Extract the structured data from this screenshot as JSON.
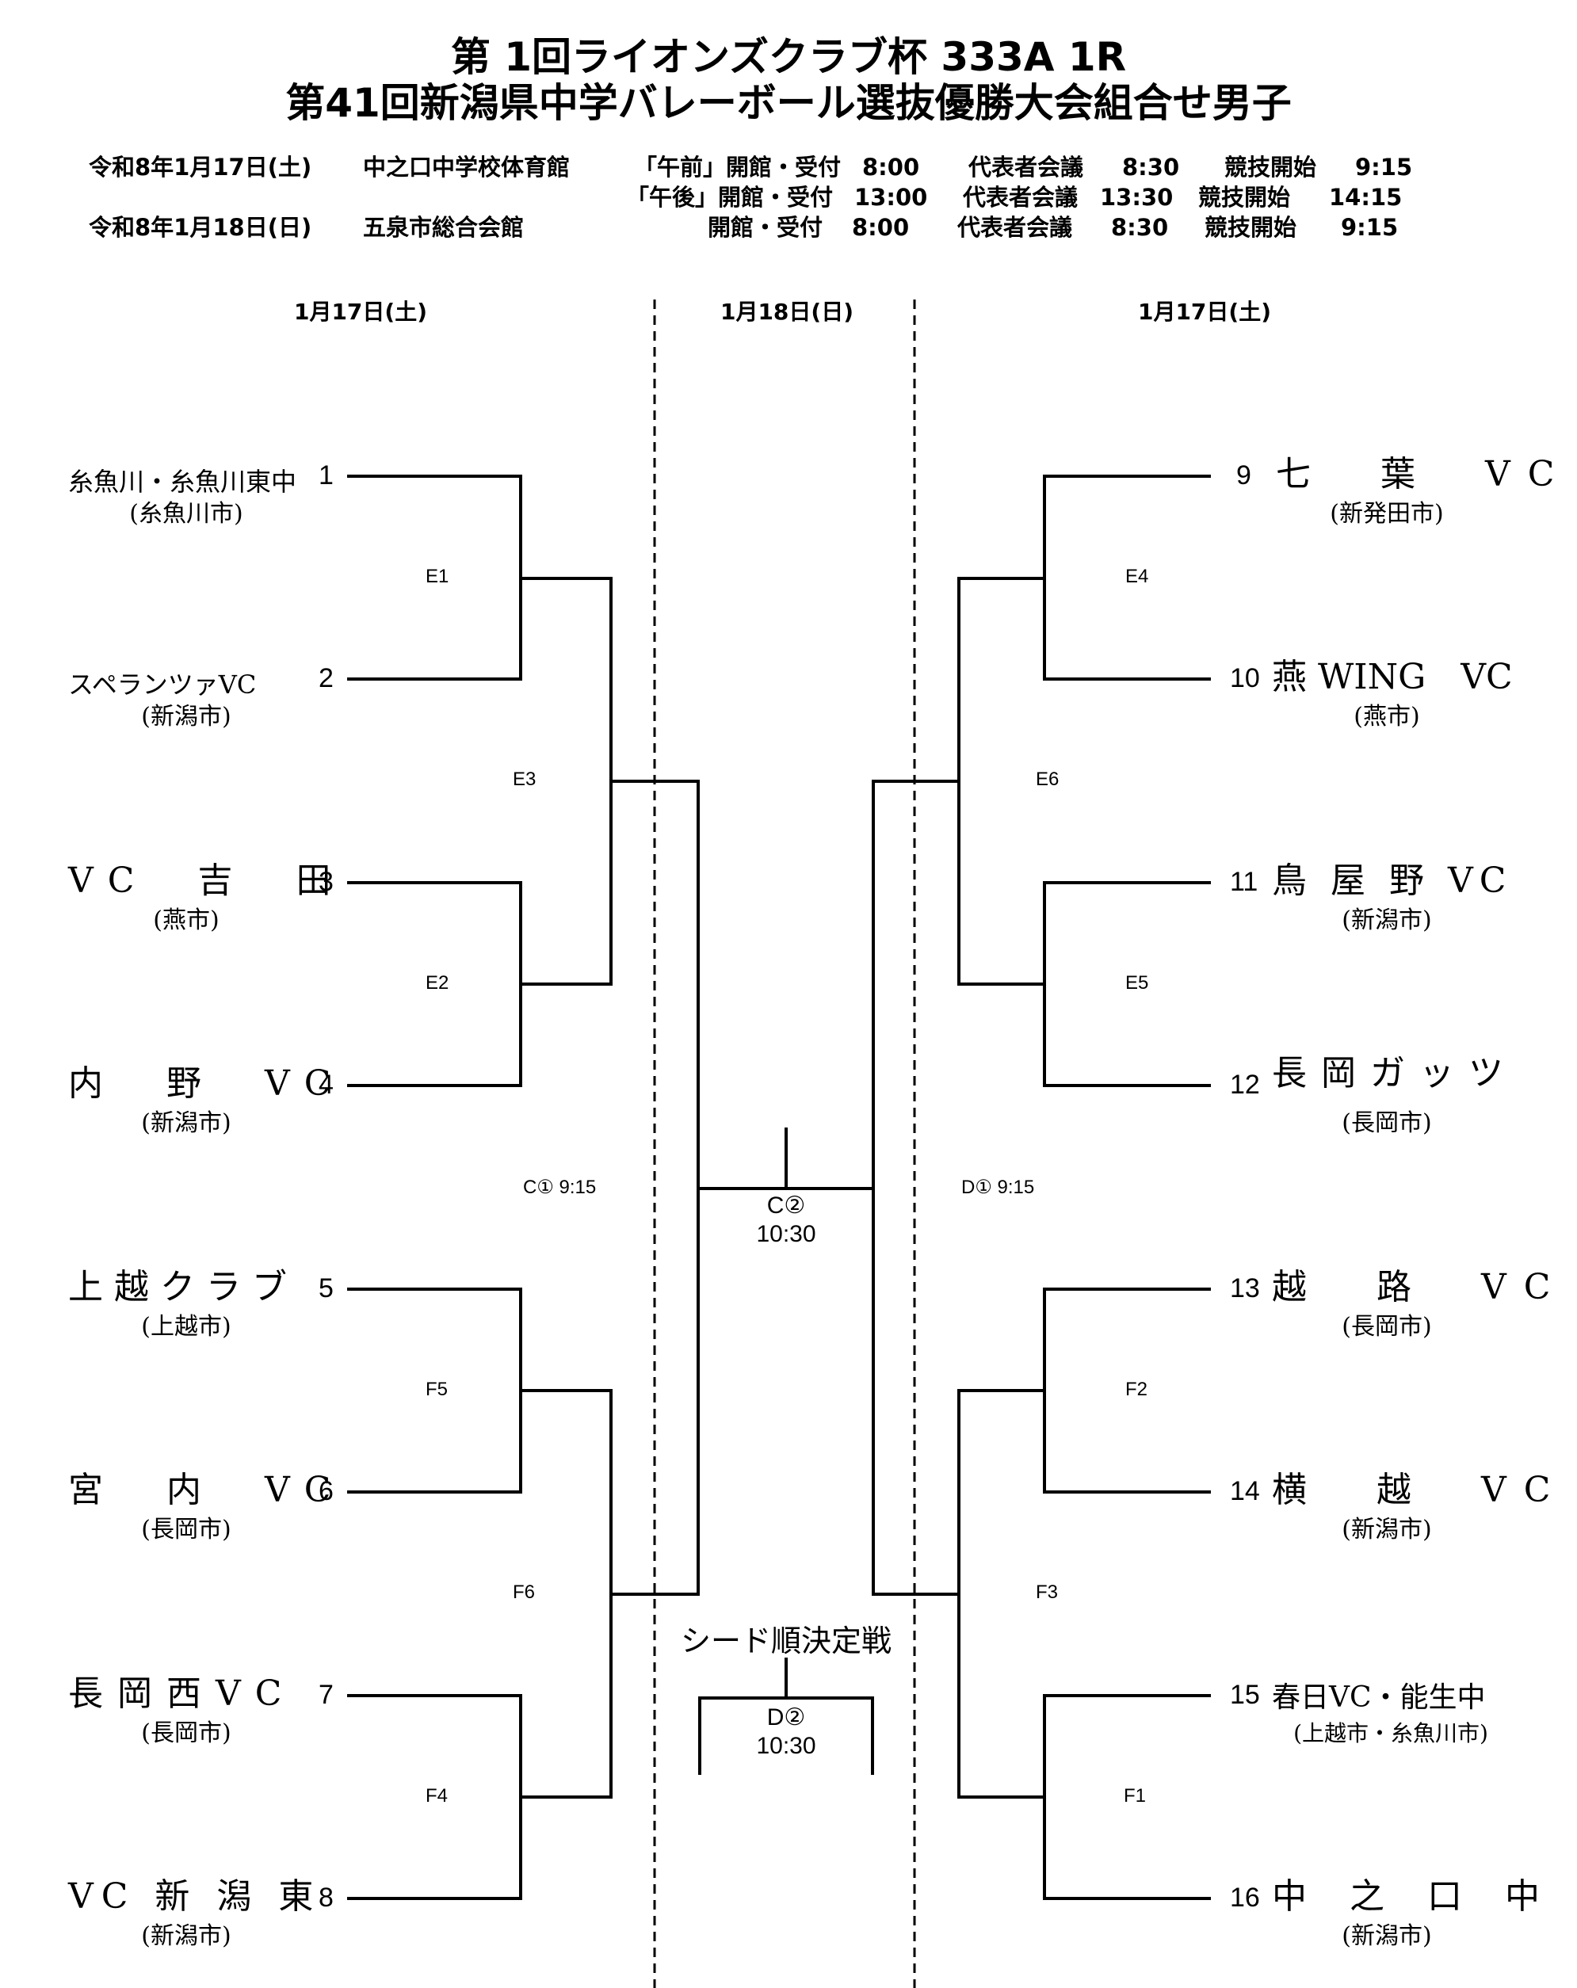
{
  "header": {
    "title_line1": "第 1回ライオンズクラブ杯 333A 1R",
    "title_line2": "第41回新潟県中学バレーボール選抜優勝大会組合せ男子"
  },
  "schedule": [
    {
      "date": "令和8年1月17日(土)",
      "venue": "中之口中学校体育館",
      "session": "「午前」開館・受付",
      "open": "8:00",
      "meeting_label": "代表者会議",
      "meeting": "8:30",
      "start_label": "競技開始",
      "start": "9:15"
    },
    {
      "date": "",
      "venue": "",
      "session": "「午後」開館・受付",
      "open": "13:00",
      "meeting_label": "代表者会議",
      "meeting": "13:30",
      "start_label": "競技開始",
      "start": "14:15"
    },
    {
      "date": "令和8年1月18日(日)",
      "venue": "五泉市総合会館",
      "session": "開館・受付",
      "open": "8:00",
      "meeting_label": "代表者会議",
      "meeting": "8:30",
      "start_label": "競技開始",
      "start": "9:15"
    }
  ],
  "days": {
    "left": "1月17日(土)",
    "center": "1月18日(日)",
    "right": "1月17日(土)"
  },
  "teams": [
    {
      "num": "1",
      "name": "糸魚川・糸魚川東中",
      "city": "(糸魚川市)"
    },
    {
      "num": "2",
      "name": "スペランツァVC",
      "city": "(新潟市)"
    },
    {
      "num": "3",
      "name": "VC　吉　田",
      "city": "(燕市)"
    },
    {
      "num": "4",
      "name": "内　野　VC",
      "city": "(新潟市)"
    },
    {
      "num": "5",
      "name": "上越クラブ",
      "city": "(上越市)"
    },
    {
      "num": "6",
      "name": "宮　内　VC",
      "city": "(長岡市)"
    },
    {
      "num": "7",
      "name": "長岡西VC",
      "city": "(長岡市)"
    },
    {
      "num": "8",
      "name": "VC 新 潟 東",
      "city": "(新潟市)"
    },
    {
      "num": "9",
      "name": "七　葉　VC",
      "city": "(新発田市)"
    },
    {
      "num": "10",
      "name": "燕 WING　VC",
      "city": "(燕市)"
    },
    {
      "num": "11",
      "name": "鳥 屋 野 VC",
      "city": "(新潟市)"
    },
    {
      "num": "12",
      "name": "長岡ガッツ",
      "city": "(長岡市)"
    },
    {
      "num": "13",
      "name": "越　路　VC",
      "city": "(長岡市)"
    },
    {
      "num": "14",
      "name": "横　越　VC",
      "city": "(新潟市)"
    },
    {
      "num": "15",
      "name": "春日VC・能生中",
      "city": "(上越市・糸魚川市)"
    },
    {
      "num": "16",
      "name": "中 之 口 中",
      "city": "(新潟市)"
    }
  ],
  "matches": {
    "E1": "E1",
    "E2": "E2",
    "E3": "E3",
    "E4": "E4",
    "E5": "E5",
    "E6": "E6",
    "F1": "F1",
    "F2": "F2",
    "F3": "F3",
    "F4": "F4",
    "F5": "F5",
    "F6": "F6",
    "C1": "C① 9:15",
    "D1": "D① 9:15",
    "C2": "C②",
    "C2_time": "10:30",
    "D2": "D②",
    "D2_time": "10:30",
    "seed_label": "シード順決定戦"
  }
}
